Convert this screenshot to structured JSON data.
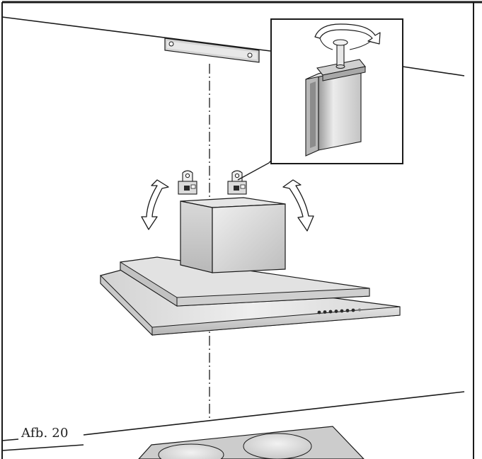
{
  "figure": {
    "caption": "Afb. 20",
    "subject": "chimney-hood-hanging-on-wall-bracket",
    "inset_detail": "bracket-adjustment-screw"
  },
  "control_panel": {
    "button_count": 7
  },
  "colors": {
    "line": "#1a1a1a",
    "metal_light": "#e9e9e9",
    "metal_mid": "#cfcfcf",
    "metal_dark": "#a9a9a9",
    "background": "#ffffff"
  }
}
